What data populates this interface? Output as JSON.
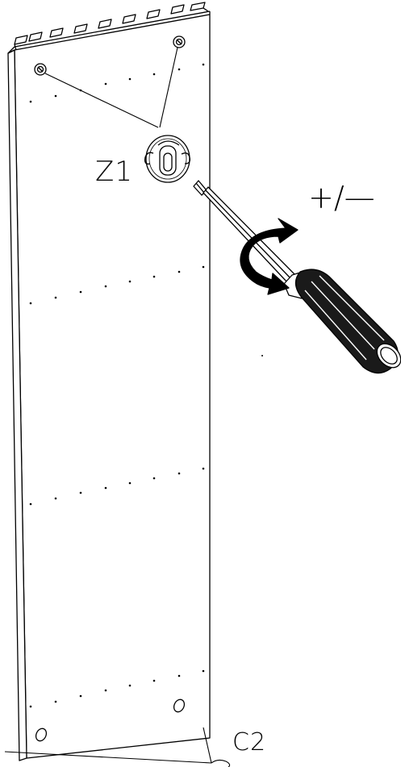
{
  "labels": {
    "z1": "Z1",
    "plus_minus": "+/—",
    "c2": "C2"
  },
  "colors": {
    "line": "#000000",
    "background": "#ffffff",
    "handle": "#1a1a1a"
  },
  "icons": {
    "rotate_arrow": "curved-double-arrow",
    "tool": "screwdriver"
  }
}
